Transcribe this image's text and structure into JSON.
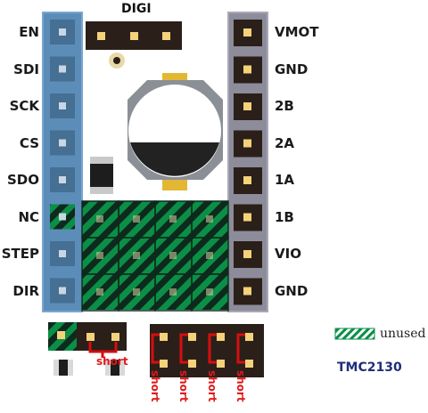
{
  "title": "DIGI",
  "left_pins": [
    "EN",
    "SDI",
    "SCK",
    "CS",
    "SDO",
    "NC",
    "STEP",
    "DIR"
  ],
  "right_pins": [
    "VMOT",
    "GND",
    "2B",
    "2A",
    "1A",
    "1B",
    "VIO",
    "GND"
  ],
  "short_label": "short",
  "legend": {
    "label": "unused"
  },
  "model": "TMC2130",
  "colors": {
    "left_header": "#5b8db8",
    "right_header": "#8c8c9a",
    "pin_socket": "#2b1f1a",
    "pin_pad": "#f3d27a",
    "unused_stripe_dark": "#0e6b3a",
    "unused_stripe_light": "#0b8f47",
    "short_line": "#d40f0f",
    "model_text": "#1f2f7a"
  }
}
